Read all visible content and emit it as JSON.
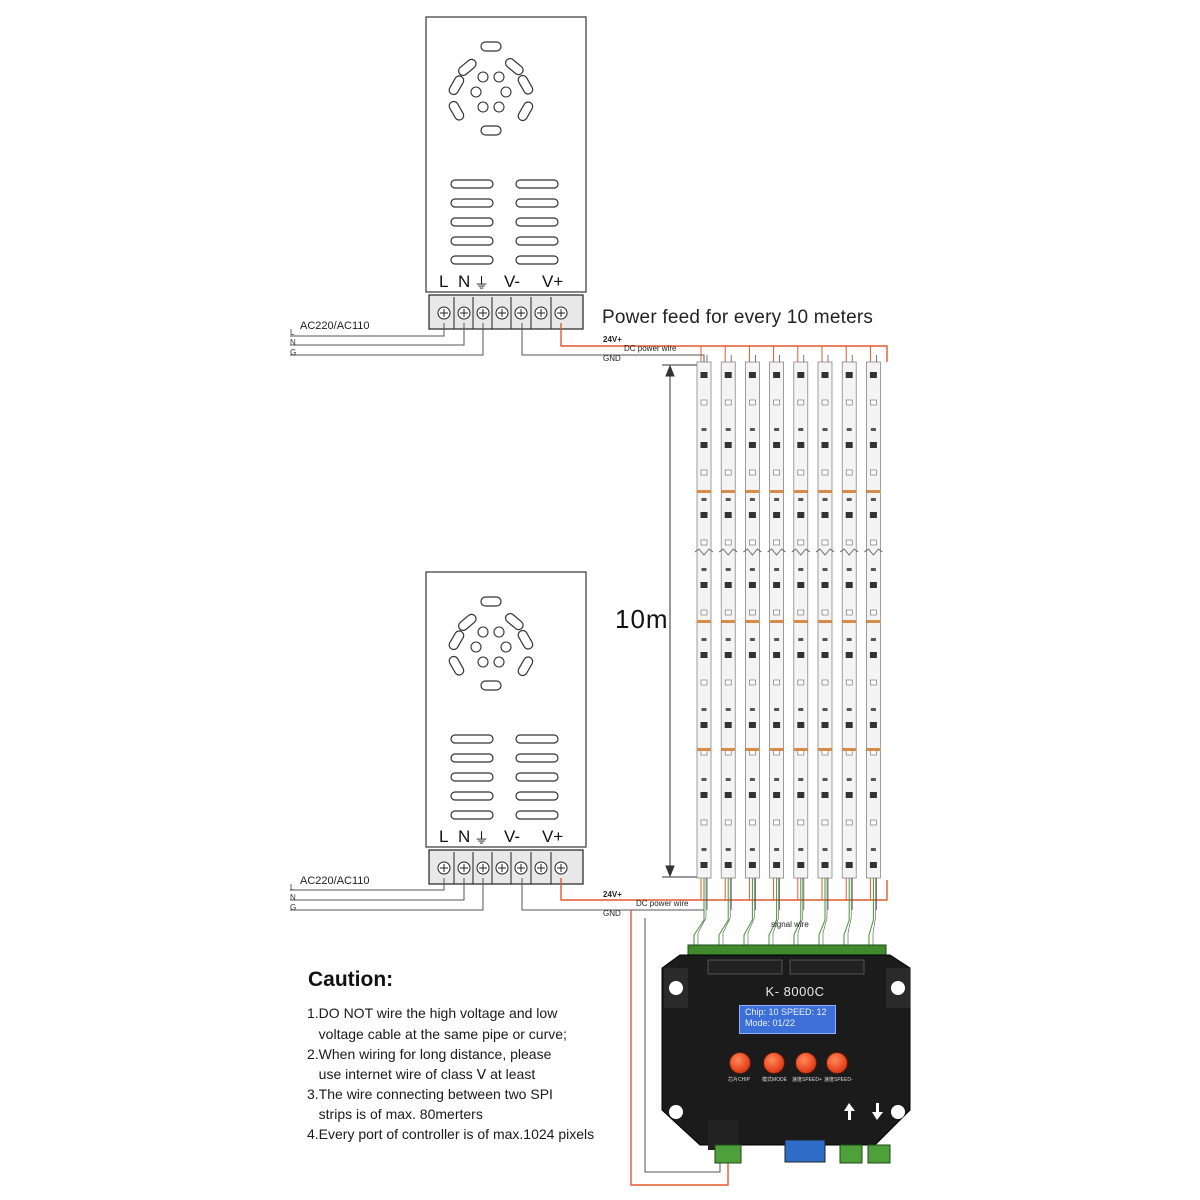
{
  "title": "Power feed for every 10 meters",
  "length_label": "10m",
  "power_supplies": [
    {
      "terminals": [
        "L",
        "N",
        "⏚",
        "V-",
        "V+"
      ],
      "ac_label": "AC220/AC110",
      "input_wires": [
        "L",
        "N",
        "G"
      ],
      "output_labels": {
        "positive": "24V+",
        "dc": "DC power wire",
        "ground": "GND"
      }
    },
    {
      "terminals": [
        "L",
        "N",
        "⏚",
        "V-",
        "V+"
      ],
      "ac_label": "AC220/AC110",
      "input_wires": [
        "L",
        "N",
        "G"
      ],
      "output_labels": {
        "positive": "24V+",
        "dc": "DC power wire",
        "ground": "GND"
      }
    }
  ],
  "signal_wire_label": "signal wire",
  "led_strips": {
    "count": 8
  },
  "controller": {
    "name": "K- 8000C",
    "lcd_line1": "Chip: 10   SPEED: 12",
    "lcd_line2": "Mode: 01/22",
    "buttons": [
      "芯片CHIP",
      "模式MODE",
      "速度SPEED+",
      "速度SPEED-"
    ]
  },
  "caution": {
    "title": "Caution:",
    "lines": [
      "1.DO NOT wire the high voltage and low",
      "   voltage cable at the same pipe or curve;",
      "2.When wiring for long distance, please",
      "   use internet wire of class Ⅴ at least",
      "3.The wire connecting between two SPI",
      "   strips is of max. 80merters",
      "4.Every port of controller is of max.1024 pixels"
    ]
  },
  "colors": {
    "power_wire": "#e3582c",
    "signal_wire": "#3f9a2c",
    "strip_pad": "#d68b4a",
    "lcd": "#3d6fd8",
    "button": "#e8451e"
  }
}
